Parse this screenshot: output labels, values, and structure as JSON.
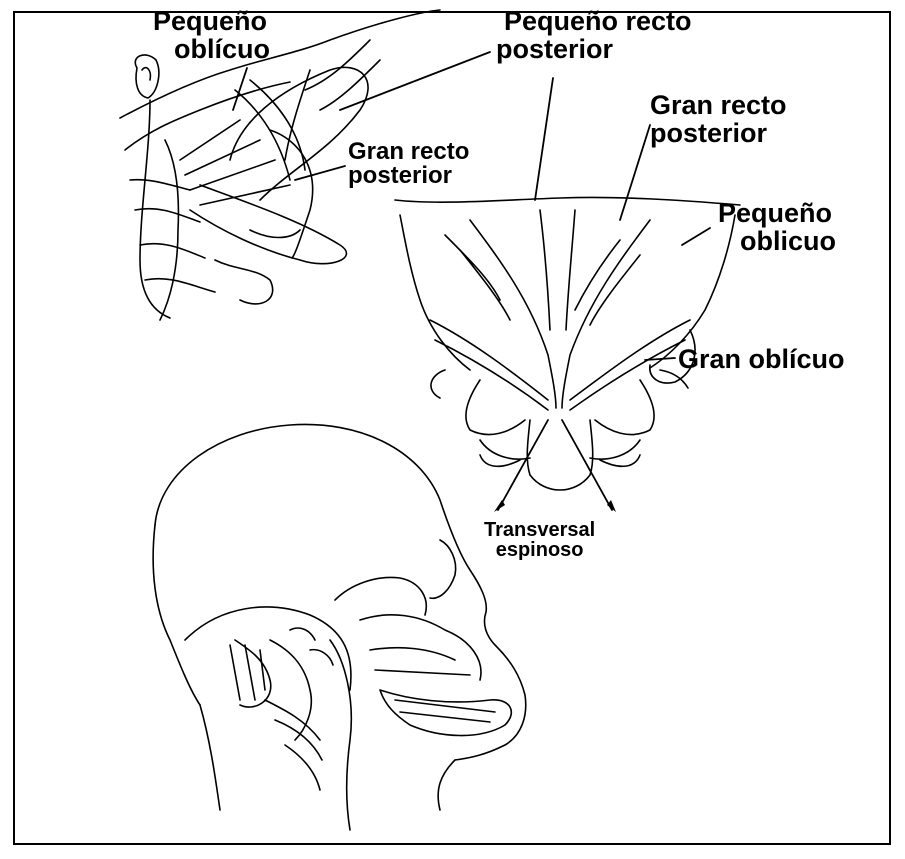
{
  "labels": {
    "top_left_small_oblique": {
      "line1": "Pequeño",
      "line2": "oblícuo"
    },
    "top_small_rectus": {
      "line1": "Pequeño recto",
      "line2": "posterior"
    },
    "left_large_rectus": {
      "line1": "Gran recto",
      "line2": "posterior"
    },
    "right_large_rectus": {
      "line1": "Gran recto",
      "line2": "posterior"
    },
    "right_small_oblique": {
      "line1": "Pequeño",
      "line2": "oblicuo"
    },
    "large_oblique": {
      "text": "Gran oblícuo"
    },
    "transversospinalis": {
      "line1": "Transversal",
      "line2": "espinoso"
    }
  },
  "colors": {
    "ink": "#000000",
    "paper": "#ffffff"
  }
}
